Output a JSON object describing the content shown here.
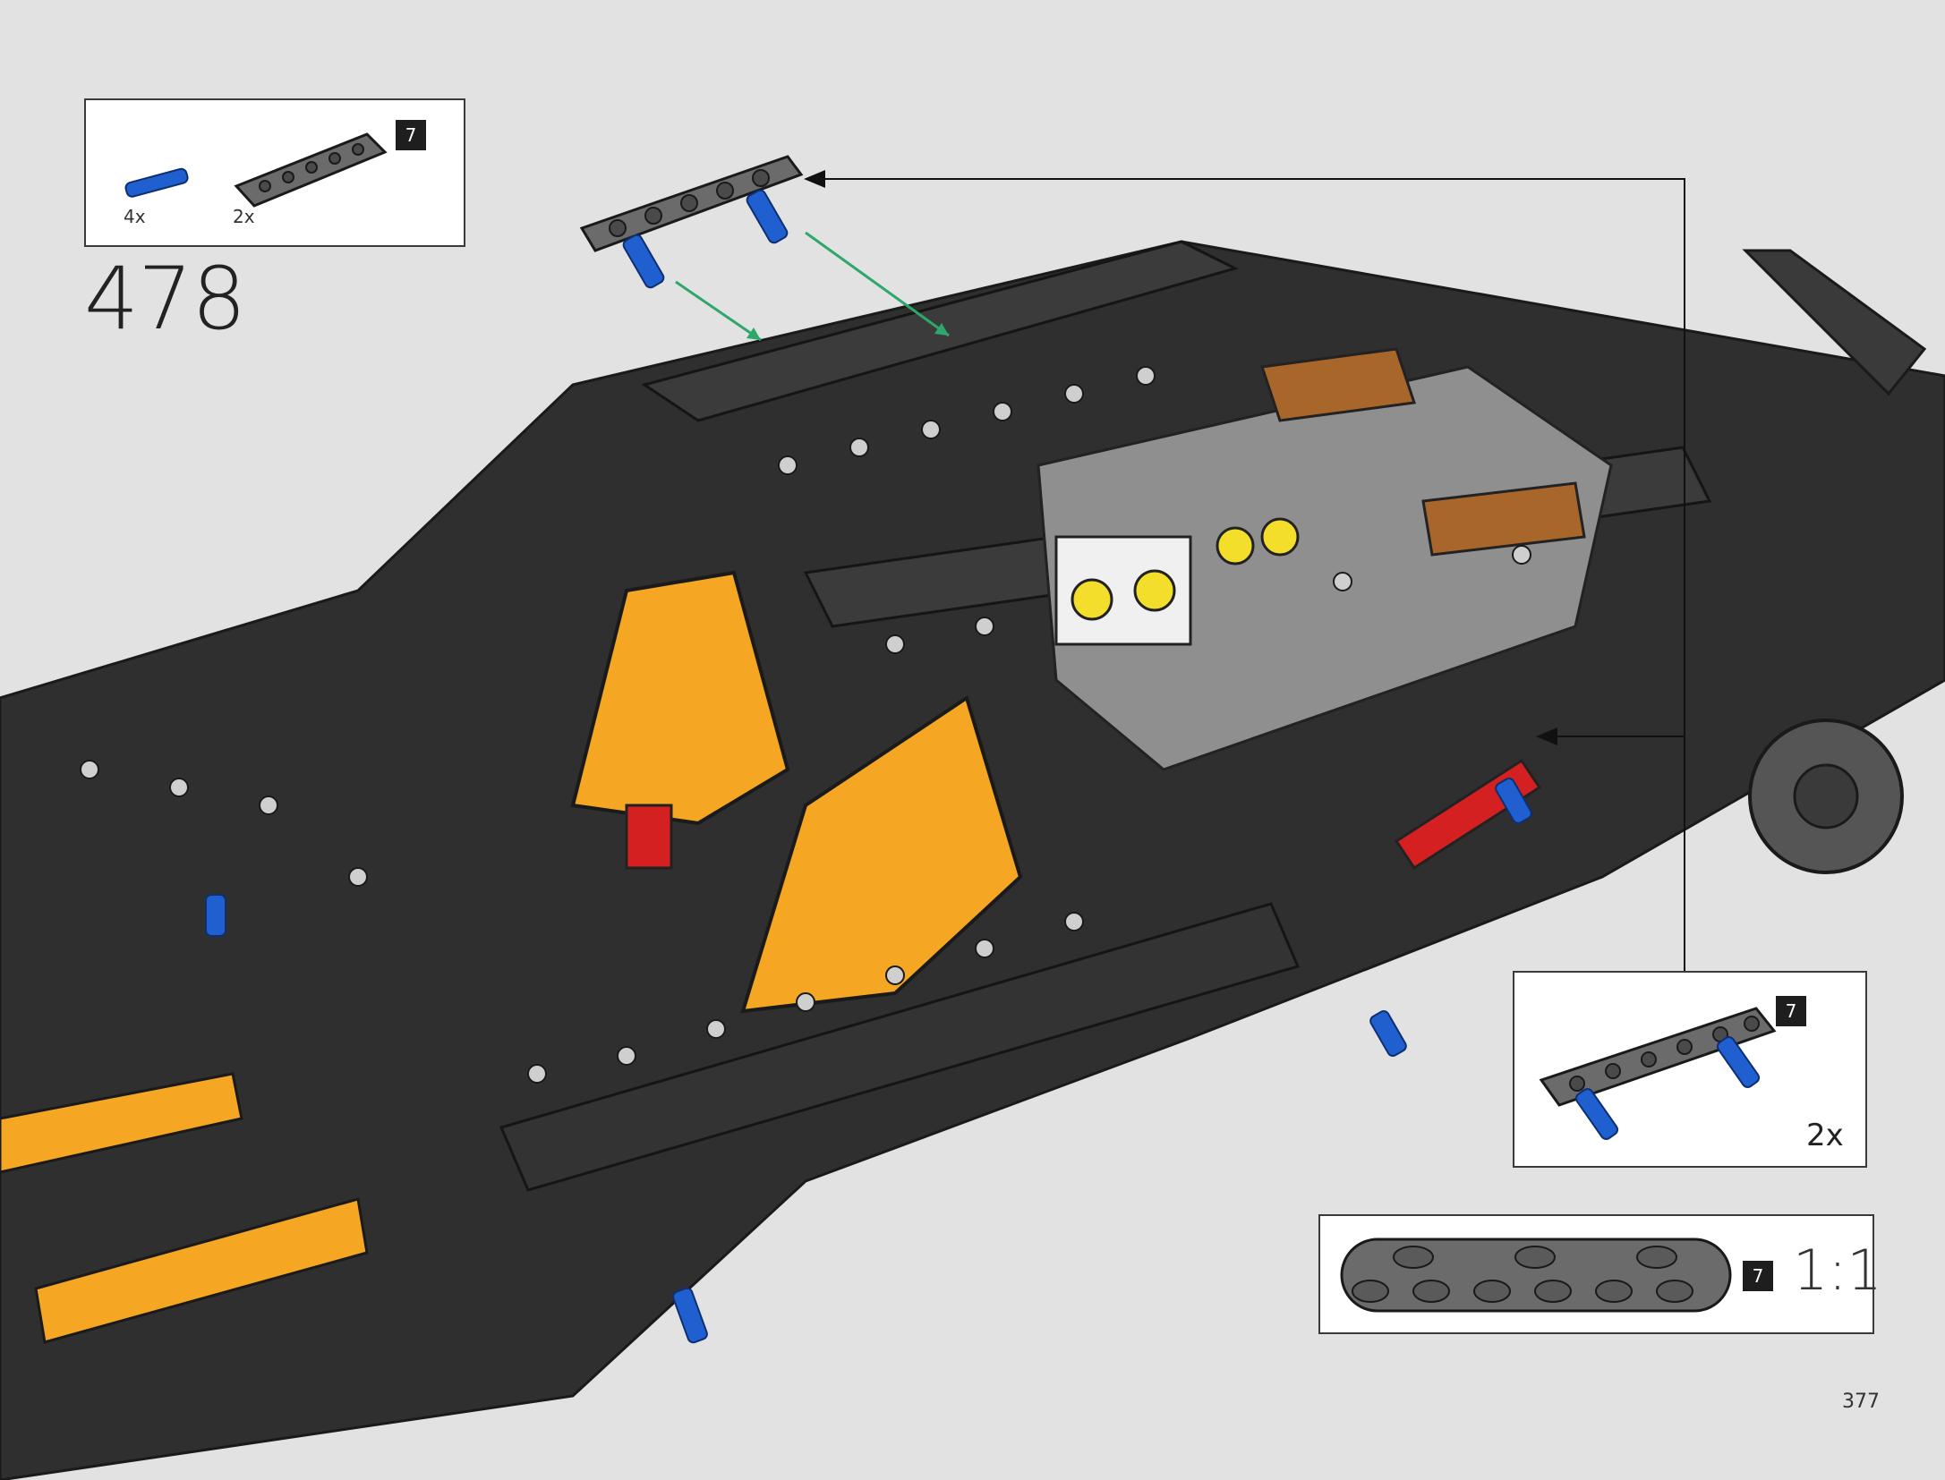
{
  "step": {
    "number": "478"
  },
  "parts_list": {
    "items": [
      {
        "name": "blue-axle-pin",
        "quantity": "4x"
      },
      {
        "name": "gray-beam-7",
        "quantity": "2x",
        "length_tag": "7"
      }
    ]
  },
  "callout_sub_assembly": {
    "length_tag": "7",
    "quantity": "2x"
  },
  "scale_callout": {
    "length_tag": "7",
    "scale": "1:1"
  },
  "page": {
    "number": "377"
  },
  "colors": {
    "chassis": "#2f2f2f",
    "beam_gray": "#6b6b6b",
    "pin_blue": "#1f5fd0",
    "seat_orange": "#f5a623",
    "arrow_green": "#2ea86a",
    "background": "#e2e2e2"
  }
}
